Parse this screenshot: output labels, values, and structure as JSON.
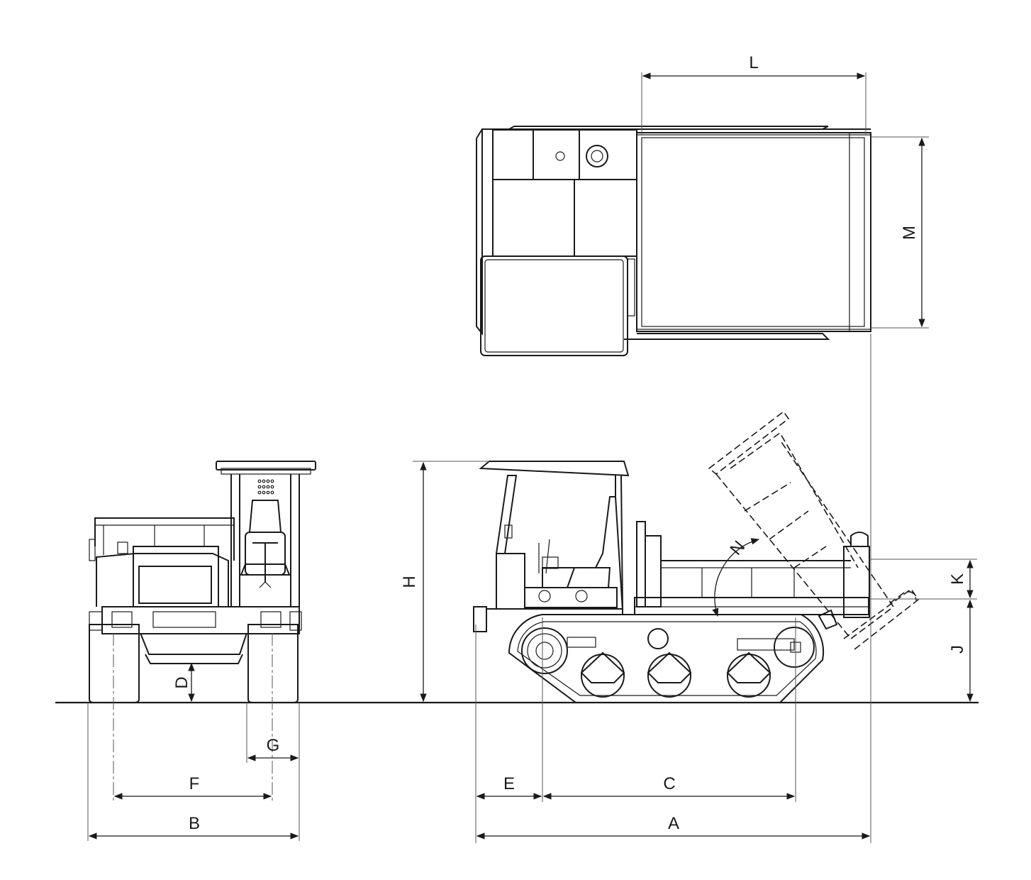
{
  "dimension_labels": {
    "a": "A",
    "b": "B",
    "c": "C",
    "d": "D",
    "e": "E",
    "f": "F",
    "g": "G",
    "h": "H",
    "j": "J",
    "k": "K",
    "l": "L",
    "m": "M",
    "n": "N"
  },
  "colors": {
    "line": "#1a1a1a",
    "background": "#ffffff"
  }
}
